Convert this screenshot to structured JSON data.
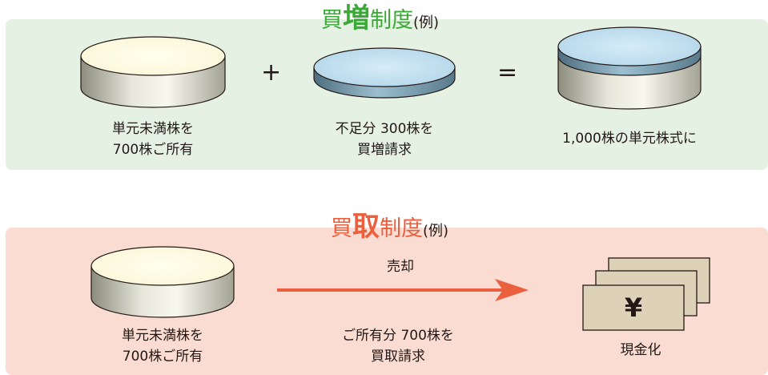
{
  "buy_section": {
    "title_prefix": "買",
    "title_emph": "増",
    "title_suffix": "制度",
    "title_example": "(例)",
    "plus_sign": "+",
    "equals_sign": "=",
    "item1_line1": "単元未満株を",
    "item1_line2": "700株ご所有",
    "item2_line1": "不足分 300株を",
    "item2_line2": "買増請求",
    "item3_text": "1,000株の単元株式に",
    "accent_color": "#3aa935"
  },
  "sell_section": {
    "title_prefix": "買",
    "title_emph": "取",
    "title_suffix": "制度",
    "title_example": "(例)",
    "item1_line1": "単元未満株を",
    "item1_line2": "700株ご所有",
    "arrow_label": "売却",
    "middle_line1": "ご所有分 700株を",
    "middle_line2": "買取請求",
    "bill_symbol": "¥",
    "item3_text": "現金化",
    "accent_color": "#ea5f3d"
  }
}
